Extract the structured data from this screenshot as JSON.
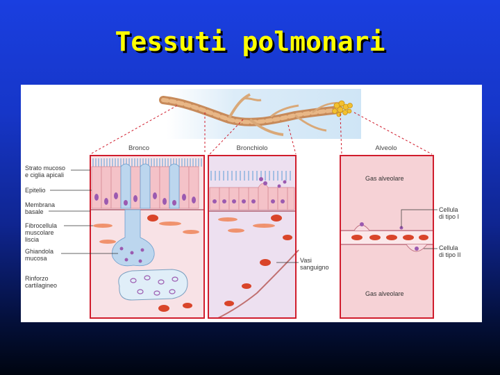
{
  "slide": {
    "title": "Tessuti polmonari"
  },
  "diagram": {
    "columns": {
      "bronco": "Bronco",
      "bronchiolo": "Bronchiolo",
      "alveolo": "Alveolo"
    },
    "left_labels": {
      "strato_mucoso": [
        "Strato mucoso",
        "e ciglia apicali"
      ],
      "epitelio": [
        "Epitelio"
      ],
      "membrana_basale": [
        "Membrana",
        "basale"
      ],
      "fibrocellula": [
        "Fibrocellula",
        "muscolare",
        "liscia"
      ],
      "ghiandola": [
        "Ghiandola",
        "mucosa"
      ],
      "rinforzo": [
        "Rinforzo",
        "cartilagineo"
      ]
    },
    "vasi": [
      "Vasi",
      "sanguigno"
    ],
    "alveolo_labels": {
      "gas_top": "Gas alveolare",
      "gas_bottom": "Gas alveolare",
      "tipo1": [
        "Cellula",
        "di tipo I"
      ],
      "tipo2": [
        "Cellula",
        "di tipo II"
      ]
    },
    "colors": {
      "panel_border": "#d01c2c",
      "tissue_pink": "#f6d2d6",
      "cell_blue": "#bcd6ee",
      "nucleus": "#9b5ab0",
      "rbc": "#d9452a"
    }
  }
}
